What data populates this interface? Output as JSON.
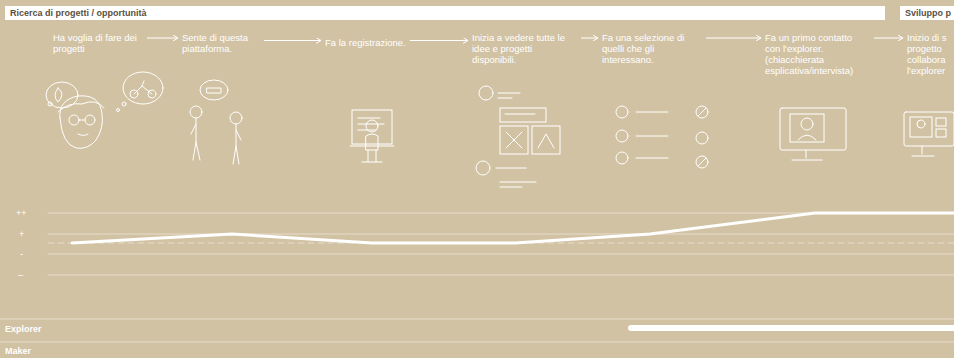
{
  "diagram": {
    "nodes": [
      {
        "text": [
          "Ricerca di progetti / opportunità"
        ]
      },
      {
        "text": [
          "Sviluppo p"
        ]
      },
      {
        "text": [
          "Ha voglia di fare dei progetti"
        ]
      },
      {
        "text": [
          "Sente di questa piattaforma."
        ]
      },
      {
        "text": [
          "Fa la registrazione."
        ]
      },
      {
        "text": [
          "Inizia a vedere tutte le idee e progetti disponibili."
        ]
      },
      {
        "text": [
          "Fa una selezione di quelli che gli interessano."
        ]
      },
      {
        "text": [
          "Fa un primo contatto con l'explorer. (chiacchierata esplicativa/intervista)"
        ]
      },
      {
        "text": [
          "Inizio di s progetto collabora l'explorer"
        ]
      }
    ],
    "edges": [
      {
        "from": 2,
        "to": 3,
        "arrow": "to"
      },
      {
        "from": 3,
        "to": 4,
        "arrow": "to"
      },
      {
        "from": 4,
        "to": 5,
        "arrow": "to"
      },
      {
        "from": 5,
        "to": 6,
        "arrow": "to"
      },
      {
        "from": 6,
        "to": 7,
        "arrow": "to"
      },
      {
        "from": 7,
        "to": 8,
        "arrow": "to"
      }
    ],
    "labels": [
      "++",
      "+",
      "-",
      "–",
      "Explorer",
      "Maker"
    ]
  }
}
